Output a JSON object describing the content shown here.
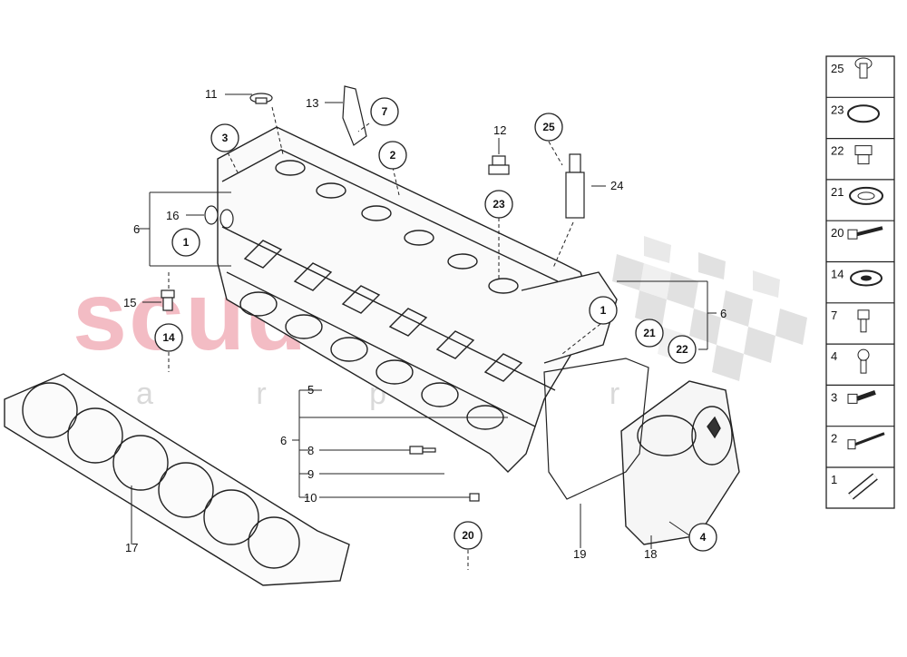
{
  "watermark": {
    "brand": "scuderia",
    "tagline": "a r p a r"
  },
  "labels": {
    "l11": "11",
    "l13": "13",
    "l3": "3",
    "l7": "7",
    "l2": "2",
    "l12": "12",
    "l25": "25",
    "l24": "24",
    "l23": "23",
    "l6_left": "6",
    "l16": "16",
    "l1_left": "1",
    "l15": "15",
    "l14": "14",
    "l1_right": "1",
    "l6_right": "6",
    "l21": "21",
    "l22": "22",
    "l5": "5",
    "l6_mid": "6",
    "l8": "8",
    "l9": "9",
    "l10": "10",
    "l20": "20",
    "l17": "17",
    "l19": "19",
    "l18": "18",
    "l4": "4"
  },
  "legend": [
    {
      "num": "25",
      "icon": "bolt-flanged-icon"
    },
    {
      "num": "23",
      "icon": "seal-ring-icon"
    },
    {
      "num": "22",
      "icon": "plug-screw-icon"
    },
    {
      "num": "21",
      "icon": "flat-washer-icon"
    },
    {
      "num": "20",
      "icon": "long-bolt-icon"
    },
    {
      "num": "14",
      "icon": "thick-washer-icon"
    },
    {
      "num": "7",
      "icon": "socket-bolt-icon"
    },
    {
      "num": "4",
      "icon": "short-bolt-icon"
    },
    {
      "num": "3",
      "icon": "stud-bolt-icon"
    },
    {
      "num": "2",
      "icon": "long-screw-icon"
    },
    {
      "num": "1",
      "icon": "dowel-sleeve-icon"
    }
  ]
}
